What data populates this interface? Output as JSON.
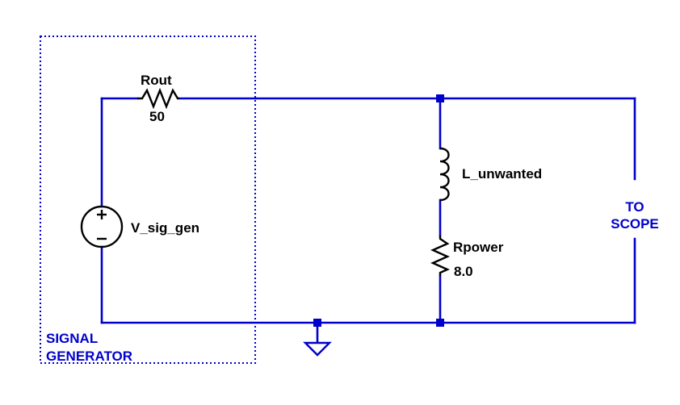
{
  "components": {
    "rout": {
      "name": "Rout",
      "value": "50"
    },
    "source": {
      "name": "V_sig_gen"
    },
    "inductor": {
      "name": "L_unwanted"
    },
    "rpower": {
      "name": "Rpower",
      "value": "8.0"
    }
  },
  "labels": {
    "to_scope": [
      "TO",
      "SCOPE"
    ],
    "signal_generator": [
      "SIGNAL",
      "GENERATOR"
    ]
  },
  "colors": {
    "wire": "#0000cc",
    "component": "#000000"
  }
}
